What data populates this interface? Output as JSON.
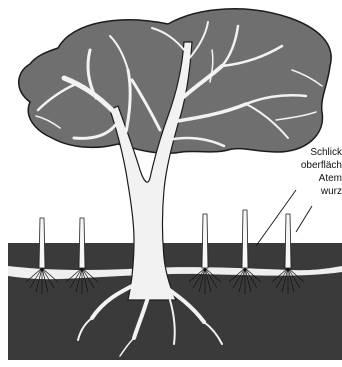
{
  "diagram": {
    "label_lines": [
      "Schlick",
      "oberfläch",
      "Atem",
      "wurz"
    ],
    "colors": {
      "canopy": "#6f6f6f",
      "ground": "#3a3a3a",
      "branches": "#f2f2f2",
      "lines": "#111111"
    }
  }
}
